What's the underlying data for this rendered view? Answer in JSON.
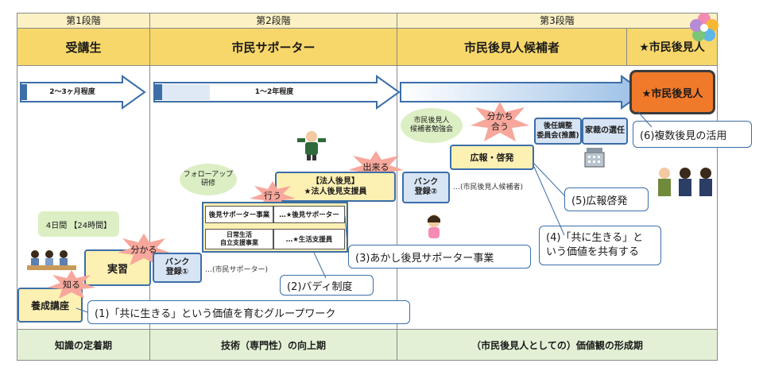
{
  "stages": {
    "stage1": "第1段階",
    "stage2": "第2段階",
    "stage3": "第3段階"
  },
  "headers": {
    "h1": "受講生",
    "h2": "市民サポーター",
    "h3": "市民後見人候補者",
    "h4": "★市民後見人"
  },
  "arrows": {
    "a1": "2～3ヶ月程度",
    "a2": "1～2年程度",
    "a3": "★市民後見人"
  },
  "boxes": {
    "yousei": "養成講座",
    "jisshu": "実習",
    "bank1": "バンク\n登録①",
    "bank2": "バンク\n登録②",
    "houjin": "【法人後見】\n★法人後見支援員",
    "koken_supporter_jigyo": "後見サポーター事業",
    "koken_supporter": "…★後見サポーター",
    "nichijo": "日常生活\n自立支援事業",
    "seikatsu": "…★生活支援員",
    "kouhou": "広報・啓発",
    "chousei": "後任調整\n委員会(推薦)",
    "kasai": "家裁の選任"
  },
  "notes": {
    "follow": "フォローアップ\n研修",
    "study": "市民後見人\n候補者勉強会",
    "days": "4日間 【24時間】",
    "shimin_sup": "…(市民サポーター)",
    "shimin_kou": "…(市民後見人候補者)"
  },
  "stars": {
    "shiru": "知る",
    "wakaru": "分かる",
    "okonau": "行う",
    "dekiru": "出来る",
    "wakachiau": "分かち\n合う"
  },
  "callouts": {
    "c1": "(1)「共に生きる」という価値を育むグループワーク",
    "c2": "(2)バディ制度",
    "c3": "(3)あかし後見サポーター事業",
    "c4": "(4)「共に生きる」と\nいう価値を共有する",
    "c5": "(5)広報啓発",
    "c6": "(6)複数後見の活用"
  },
  "footers": {
    "f1": "知識の定着期",
    "f2": "技術（専門性）の向上期",
    "f3": "（市民後見人としての）価値観の形成期"
  },
  "colors": {
    "header": "#f7d76a",
    "footer": "#e3f0d5",
    "accent_blue": "#3c6ea8",
    "final_box": "#f07a2a"
  }
}
